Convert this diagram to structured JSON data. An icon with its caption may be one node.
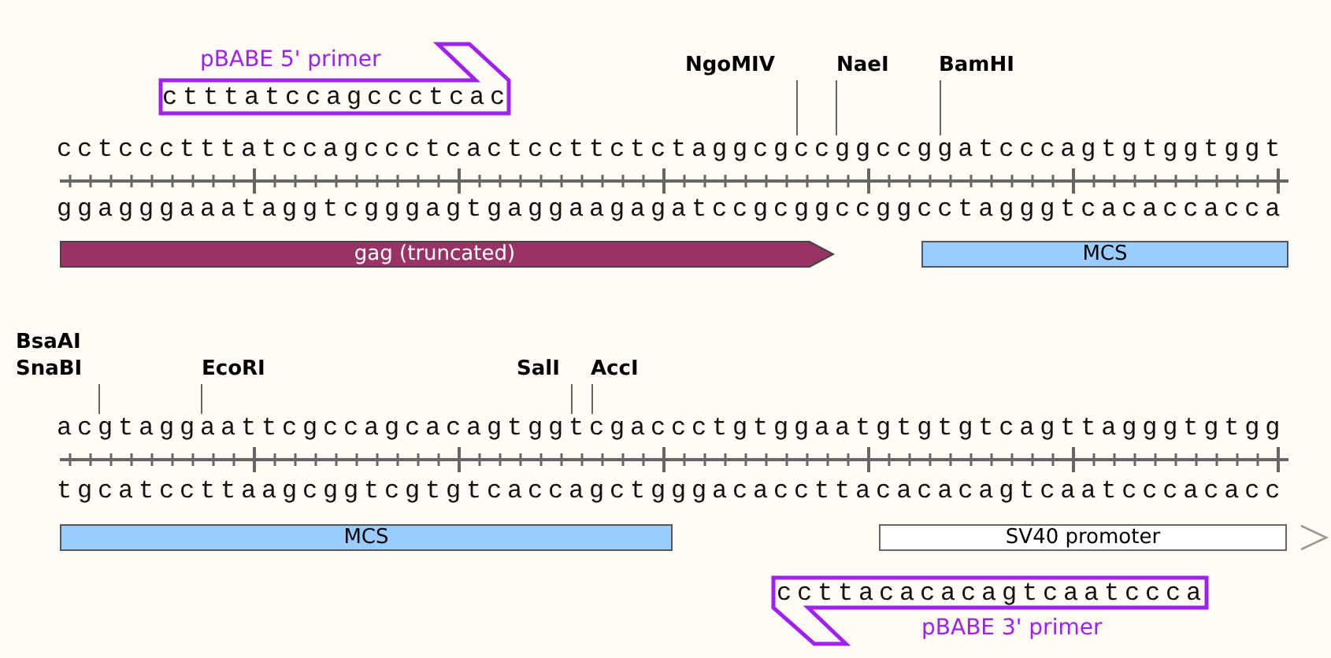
{
  "diagram": {
    "nodes": [
      {
        "text": [
          "ctttatccagccctcac"
        ],
        "beside": [
          "pBABE 5' primer"
        ]
      },
      {
        "text": [
          "NgoMIV"
        ]
      },
      {
        "text": [
          "NaeI"
        ]
      },
      {
        "text": [
          "BamHI"
        ]
      },
      {
        "text": [
          "gag (truncated)"
        ]
      },
      {
        "text": [
          "MCS"
        ]
      },
      {
        "text": [
          "BsaAI",
          "SnaBI"
        ]
      },
      {
        "text": [
          "EcoRI"
        ]
      },
      {
        "text": [
          "SalI"
        ]
      },
      {
        "text": [
          "AccI"
        ]
      },
      {
        "text": [
          "MCS"
        ]
      },
      {
        "text": [
          "SV40 promoter"
        ]
      },
      {
        "text": [
          "ccttacacacagtcaatccca"
        ],
        "beside": [
          "pBABE 3' primer"
        ]
      },
      {
        "text": [
          "cctccctttatccagccctcactccttctctaggcgccggccggatcccagtgtggtggt"
        ]
      },
      {
        "text": [
          "acgtaggaattcgccagcacagtggtcgaccctgtggaatgtgtgtcagttagggtgtgg"
        ]
      }
    ],
    "edges": [
      {
        "from": 1,
        "to": 13,
        "arrow": "none"
      },
      {
        "from": 2,
        "to": 13,
        "arrow": "none"
      },
      {
        "from": 3,
        "to": 13,
        "arrow": "none"
      },
      {
        "from": 6,
        "to": 14,
        "arrow": "none"
      },
      {
        "from": 7,
        "to": 14,
        "arrow": "none"
      },
      {
        "from": 8,
        "to": 14,
        "arrow": "none"
      },
      {
        "from": 9,
        "to": 14,
        "arrow": "none"
      }
    ],
    "labels": [
      "ggagggaaataggtcgggagtgaggaagagatccgcggccggcctagggtcacaccacca",
      "tgcatccttaagcggtcgtgtcaccagctgggacaccttacacacagtcaatcccacacc"
    ]
  }
}
